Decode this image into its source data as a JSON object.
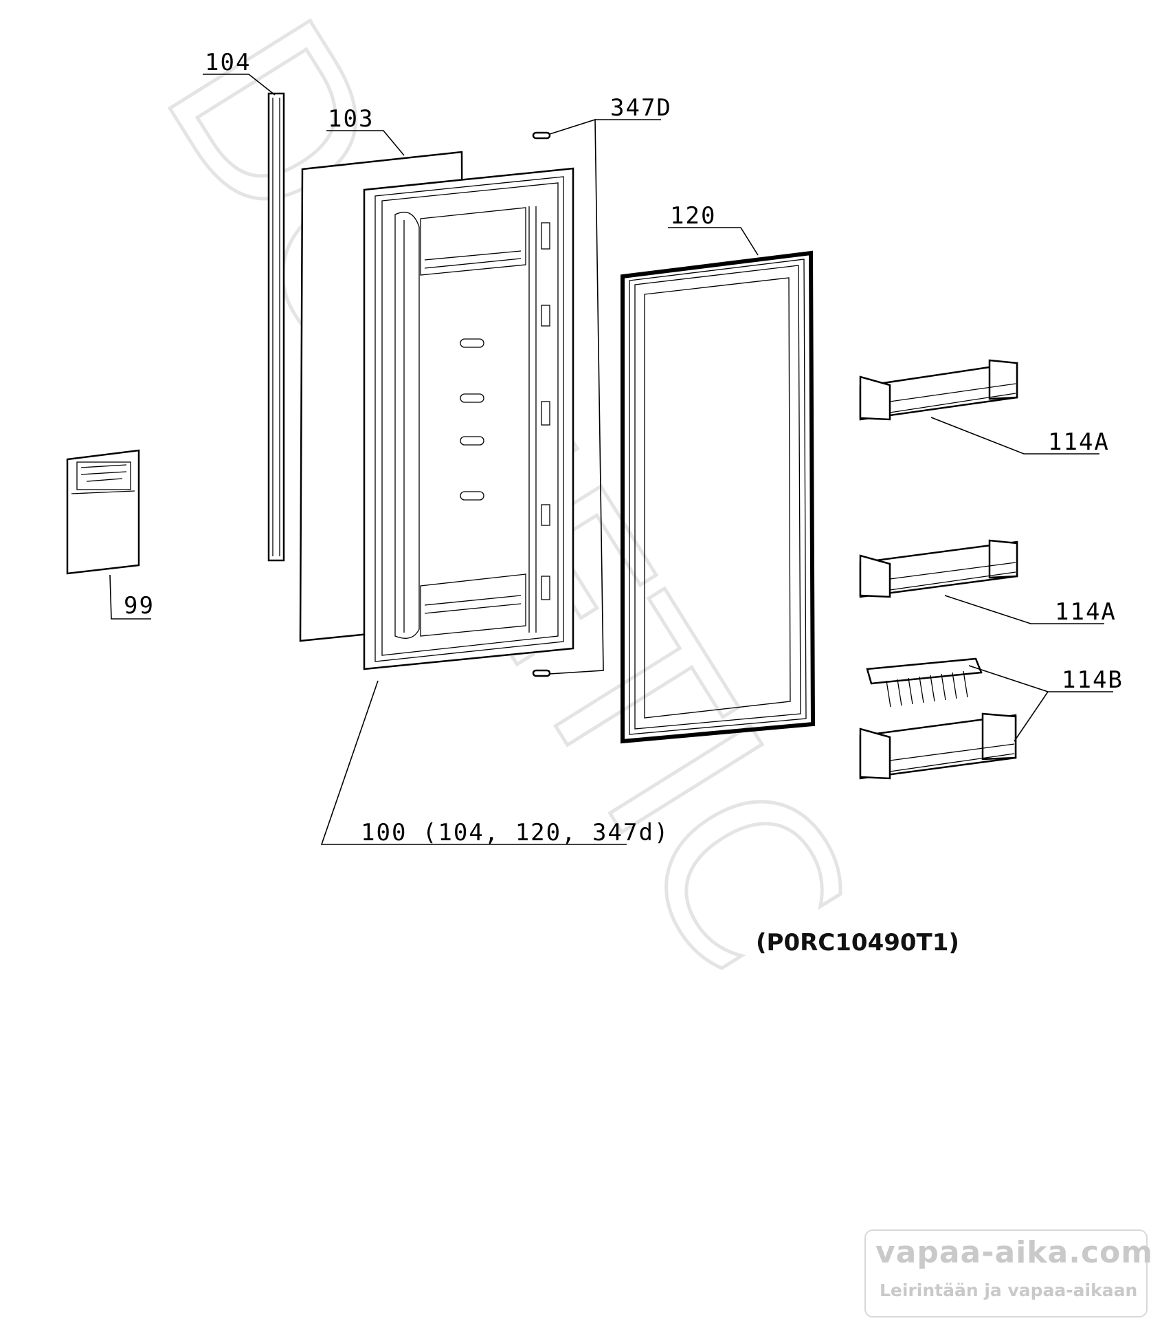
{
  "watermark": {
    "text": "DOMETIC"
  },
  "labels": {
    "l104": "104",
    "l103": "103",
    "l347d": "347D",
    "l120": "120",
    "l99": "99",
    "l114a_top": "114A",
    "l114a_mid": "114A",
    "l114b": "114B",
    "l100": "100 (104, 120, 347d)"
  },
  "drawing_code": "(P0RC10490T1)",
  "badge": {
    "site": "vapaa-aika.com",
    "tagline": "Leirintään ja vapaa-aikaan"
  }
}
